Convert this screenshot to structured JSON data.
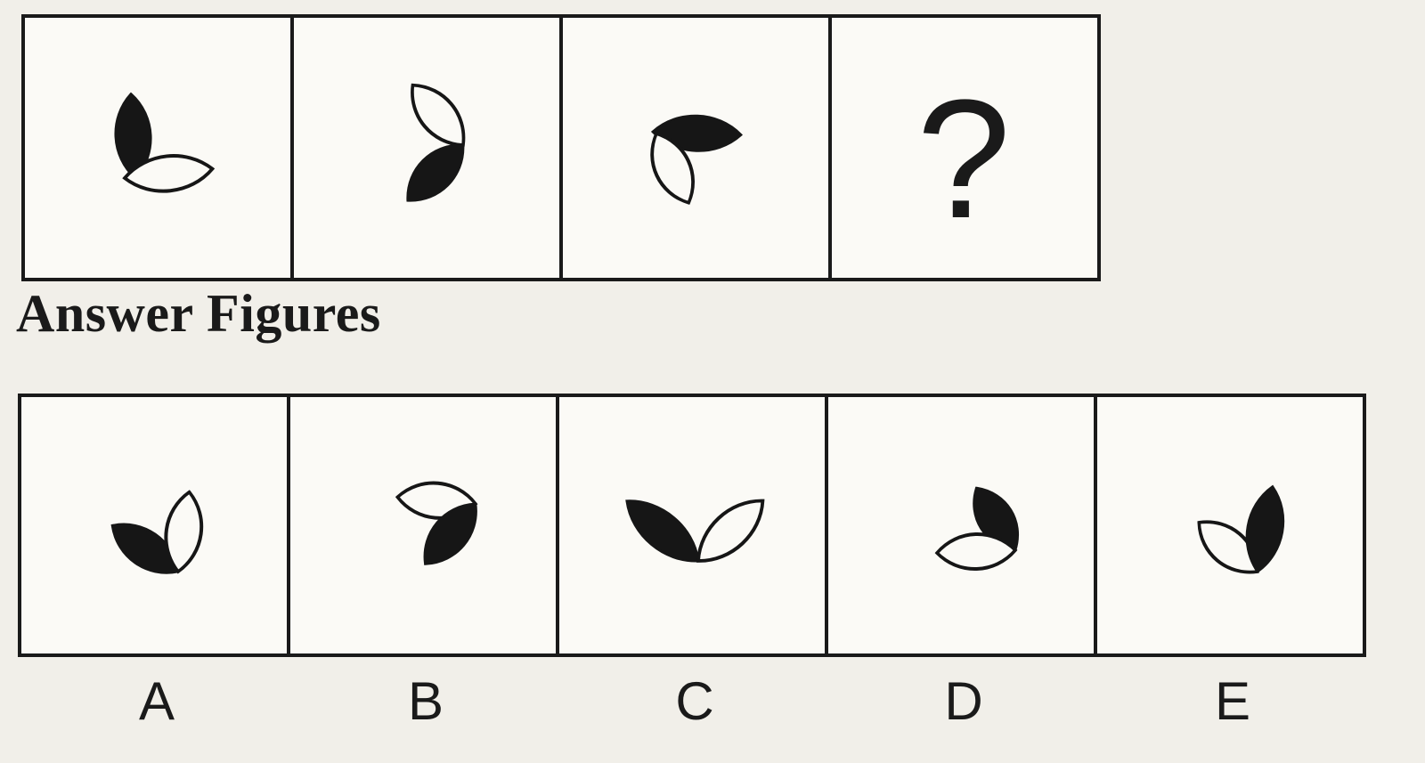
{
  "question": {
    "figures": [
      {
        "id": "1",
        "leaves": "dark-up, light-right"
      },
      {
        "id": "2",
        "leaves": "light-up, dark-down"
      },
      {
        "id": "3",
        "leaves": "dark-right, light-down"
      },
      {
        "id": "4",
        "placeholder": "?"
      }
    ]
  },
  "answer_section": {
    "heading": "Answer Figures",
    "options": [
      {
        "label": "A"
      },
      {
        "label": "B"
      },
      {
        "label": "C"
      },
      {
        "label": "D"
      },
      {
        "label": "E"
      }
    ]
  },
  "colors": {
    "ink": "#161616",
    "paper": "#f1efe9"
  }
}
